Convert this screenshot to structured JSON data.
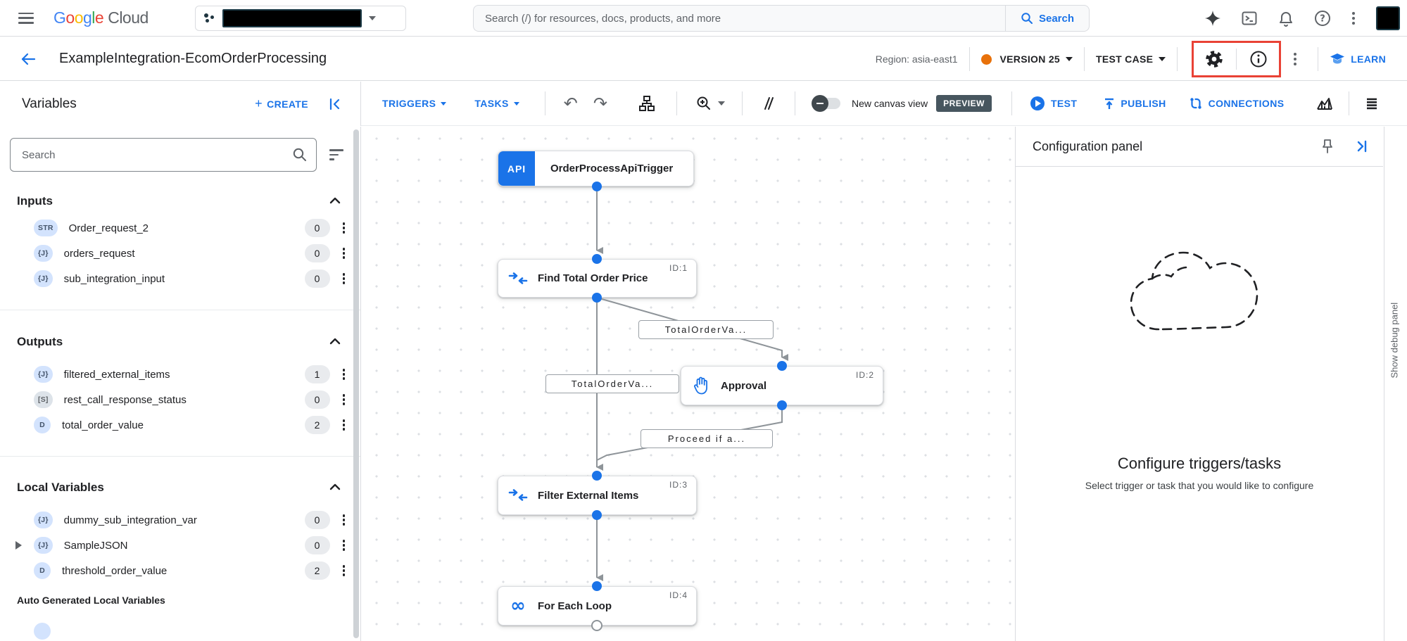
{
  "topbar": {
    "logo_letters": [
      {
        "ch": "G"
      },
      {
        "ch": "o"
      },
      {
        "ch": "o"
      },
      {
        "ch": "g"
      },
      {
        "ch": "l"
      },
      {
        "ch": "e"
      }
    ],
    "logo_suffix": "Cloud",
    "search_placeholder": "Search (/) for resources, docs, products, and more",
    "search_button_label": "Search"
  },
  "header": {
    "title": "ExampleIntegration-EcomOrderProcessing",
    "region_label": "Region: asia-east1",
    "version_label": "VERSION 25",
    "test_case_label": "TEST CASE",
    "learn_label": "LEARN"
  },
  "toolbar": {
    "variables_title": "Variables",
    "create_label": "CREATE",
    "triggers_label": "TRIGGERS",
    "tasks_label": "TASKS",
    "new_canvas_view_label": "New canvas view",
    "preview_badge": "PREVIEW",
    "test_label": "TEST",
    "publish_label": "PUBLISH",
    "connections_label": "CONNECTIONS"
  },
  "sidebar": {
    "search_placeholder": "Search",
    "sections": [
      {
        "title": "Inputs",
        "items": [
          {
            "type": "STR",
            "name": "Order_request_2",
            "count": "0"
          },
          {
            "type": "{J}",
            "name": "orders_request",
            "count": "0"
          },
          {
            "type": "{J}",
            "name": "sub_integration_input",
            "count": "0"
          }
        ]
      },
      {
        "title": "Outputs",
        "items": [
          {
            "type": "{J}",
            "name": "filtered_external_items",
            "count": "1"
          },
          {
            "type": "[S]",
            "name": "rest_call_response_status",
            "count": "0"
          },
          {
            "type": "D",
            "name": "total_order_value",
            "count": "2"
          }
        ]
      },
      {
        "title": "Local Variables",
        "items": [
          {
            "type": "{J}",
            "name": "dummy_sub_integration_var",
            "count": "0"
          },
          {
            "type": "{J}",
            "name": "SampleJSON",
            "count": "0"
          },
          {
            "type": "D",
            "name": "threshold_order_value",
            "count": "2"
          }
        ]
      }
    ],
    "auto_generated_title": "Auto Generated Local Variables"
  },
  "canvas": {
    "trigger": {
      "chip": "API",
      "title": "OrderProcessApiTrigger"
    },
    "nodes": [
      {
        "id_label": "ID:1",
        "title": "Find Total Order Price"
      },
      {
        "id_label": "ID:2",
        "title": "Approval"
      },
      {
        "id_label": "ID:3",
        "title": "Filter External Items"
      },
      {
        "id_label": "ID:4",
        "title": "For Each Loop"
      }
    ],
    "edge_labels": [
      {
        "text": "TotalOrderVa..."
      },
      {
        "text": "TotalOrderVa..."
      },
      {
        "text": "Proceed if a..."
      }
    ]
  },
  "config_panel": {
    "title": "Configuration panel",
    "empty_heading": "Configure triggers/tasks",
    "empty_subtext": "Select trigger or task that you would like to configure"
  },
  "debug_strip_label": "Show debug panel",
  "colors": {
    "accent_blue": "#1a73e8",
    "version_dot_orange": "#e8710a",
    "highlight_red": "#e94235",
    "preview_badge_bg": "#47565f"
  }
}
